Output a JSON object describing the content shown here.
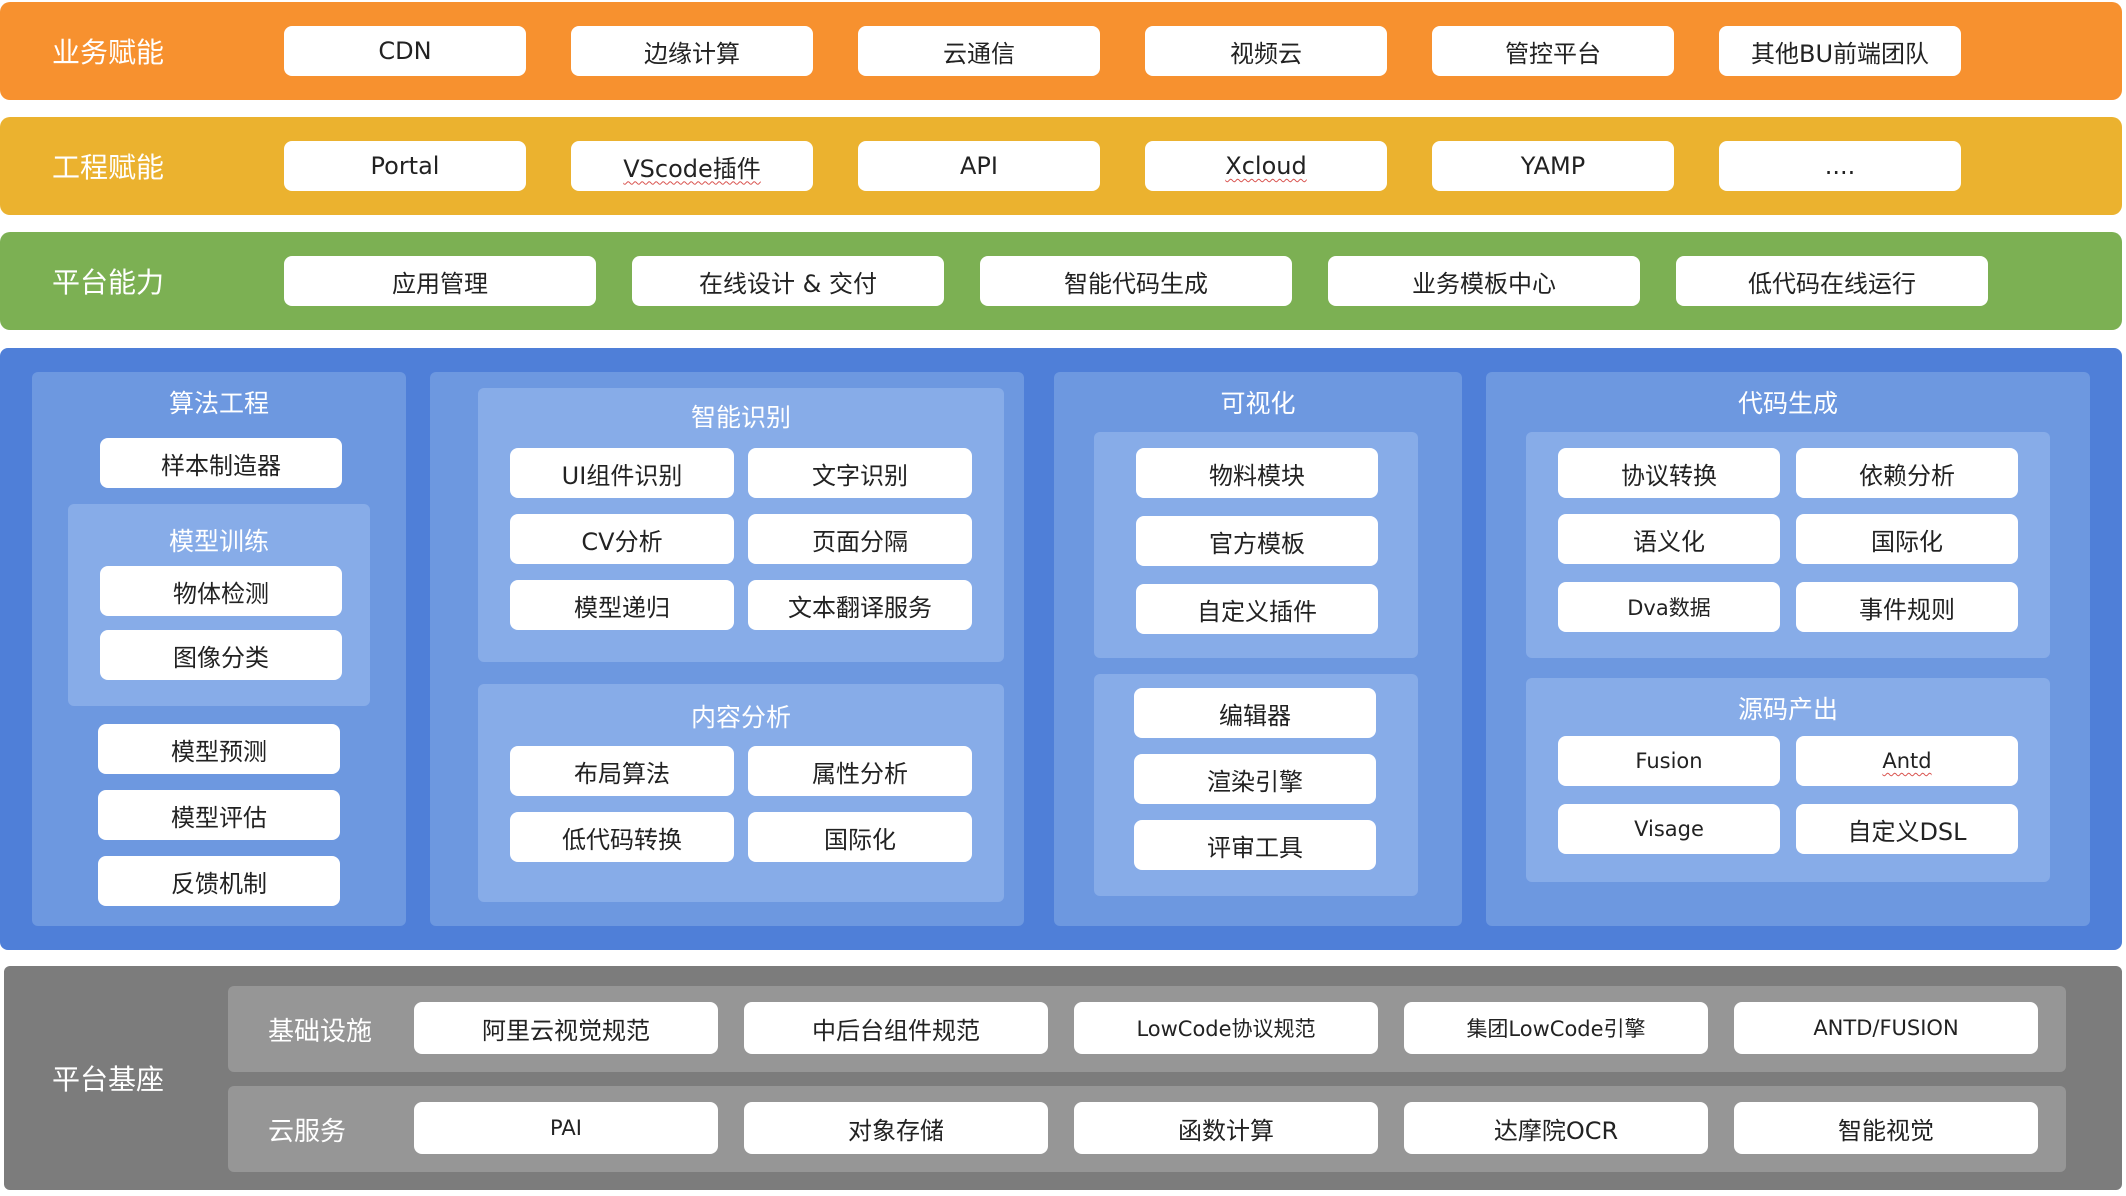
{
  "colors": {
    "business": "#f7912f",
    "engineering": "#ebb22f",
    "platform": "#7cb053",
    "core": "#4f7fd8",
    "base": "#7c7c7c"
  },
  "business_enablement": {
    "label": "业务赋能",
    "items": [
      "CDN",
      "边缘计算",
      "云通信",
      "视频云",
      "管控平台",
      "其他BU前端团队"
    ]
  },
  "engineering_enablement": {
    "label": "工程赋能",
    "items": [
      "Portal",
      "VScode插件",
      "API",
      "Xcloud",
      "YAMP",
      "...."
    ]
  },
  "platform_capability": {
    "label": "平台能力",
    "items": [
      "应用管理",
      "在线设计 & 交付",
      "智能代码生成",
      "业务模板中心",
      "低代码在线运行"
    ]
  },
  "algorithm_engineering": {
    "title": "算法工程",
    "sample_maker": "样本制造器",
    "model_training": {
      "title": "模型训练",
      "items": [
        "物体检测",
        "图像分类"
      ]
    },
    "items": [
      "模型预测",
      "模型评估",
      "反馈机制"
    ]
  },
  "smart_recognition": {
    "title": "智能识别",
    "items": [
      "UI组件识别",
      "文字识别",
      "CV分析",
      "页面分隔",
      "模型递归",
      "文本翻译服务"
    ]
  },
  "content_analysis": {
    "title": "内容分析",
    "items": [
      "布局算法",
      "属性分析",
      "低代码转换",
      "国际化"
    ]
  },
  "visualization": {
    "title": "可视化",
    "group1": [
      "物料模块",
      "官方模板",
      "自定义插件"
    ],
    "group2": [
      "编辑器",
      "渲染引擎",
      "评审工具"
    ]
  },
  "code_generation": {
    "title": "代码生成",
    "items": [
      "协议转换",
      "依赖分析",
      "语义化",
      "国际化",
      "Dva数据",
      "事件规则"
    ]
  },
  "source_output": {
    "title": "源码产出",
    "items": [
      "Fusion",
      "Antd",
      "Visage",
      "自定义DSL"
    ]
  },
  "platform_base": {
    "label": "平台基座",
    "infrastructure": {
      "label": "基础设施",
      "items": [
        "阿里云视觉规范",
        "中后台组件规范",
        "LowCode协议规范",
        "集团LowCode引擎",
        "ANTD/FUSION"
      ]
    },
    "cloud_services": {
      "label": "云服务",
      "items": [
        "PAI",
        "对象存储",
        "函数计算",
        "达摩院OCR",
        "智能视觉"
      ]
    }
  }
}
